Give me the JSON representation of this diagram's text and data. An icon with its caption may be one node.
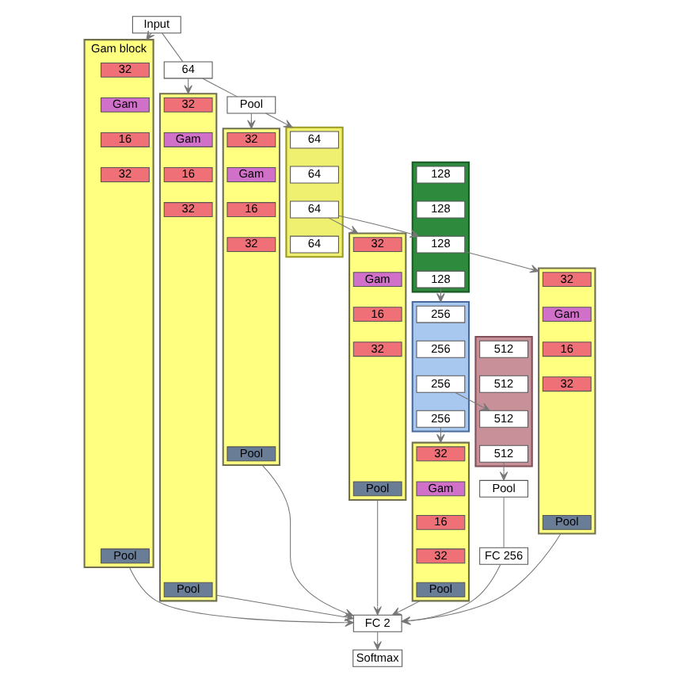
{
  "diagram": {
    "nodes": [
      {
        "text": [
          "Input"
        ]
      },
      {
        "text": [
          "64"
        ]
      },
      {
        "text": [
          "Pool"
        ]
      },
      {
        "text": [],
        "shape": "box"
      },
      {
        "text": [
          "64"
        ],
        "in": 3
      },
      {
        "text": [
          "64"
        ],
        "in": 3
      },
      {
        "text": [
          "64"
        ],
        "in": 3
      },
      {
        "text": [
          "64"
        ],
        "in": 3
      },
      {
        "text": [],
        "shape": "box"
      },
      {
        "text": [
          "128"
        ],
        "in": 8
      },
      {
        "text": [
          "128"
        ],
        "in": 8
      },
      {
        "text": [
          "128"
        ],
        "in": 8
      },
      {
        "text": [
          "128"
        ],
        "in": 8
      },
      {
        "text": [],
        "shape": "box"
      },
      {
        "text": [
          "256"
        ],
        "in": 13
      },
      {
        "text": [
          "256"
        ],
        "in": 13
      },
      {
        "text": [
          "256"
        ],
        "in": 13
      },
      {
        "text": [
          "256"
        ],
        "in": 13
      },
      {
        "text": [],
        "shape": "box"
      },
      {
        "text": [
          "512"
        ],
        "in": 18
      },
      {
        "text": [
          "512"
        ],
        "in": 18
      },
      {
        "text": [
          "512"
        ],
        "in": 18
      },
      {
        "text": [
          "512"
        ],
        "in": 18
      },
      {
        "text": [
          "Gam block"
        ]
      },
      {
        "text": [
          "32"
        ],
        "in": 23
      },
      {
        "text": [
          "Gam"
        ],
        "in": 23
      },
      {
        "text": [
          "16"
        ],
        "in": 23
      },
      {
        "text": [
          "32"
        ],
        "in": 23
      },
      {
        "text": [
          "Pool"
        ],
        "in": 23
      },
      {
        "text": [],
        "shape": "box"
      },
      {
        "text": [
          "32"
        ],
        "in": 29
      },
      {
        "text": [
          "Gam"
        ],
        "in": 29
      },
      {
        "text": [
          "16"
        ],
        "in": 29
      },
      {
        "text": [
          "32"
        ],
        "in": 29
      },
      {
        "text": [
          "Pool"
        ],
        "in": 29
      },
      {
        "text": [],
        "shape": "box"
      },
      {
        "text": [
          "32"
        ],
        "in": 35
      },
      {
        "text": [
          "Gam"
        ],
        "in": 35
      },
      {
        "text": [
          "16"
        ],
        "in": 35
      },
      {
        "text": [
          "32"
        ],
        "in": 35
      },
      {
        "text": [
          "Pool"
        ],
        "in": 35
      },
      {
        "text": [],
        "shape": "box"
      },
      {
        "text": [
          "32"
        ],
        "in": 41
      },
      {
        "text": [
          "Gam"
        ],
        "in": 41
      },
      {
        "text": [
          "16"
        ],
        "in": 41
      },
      {
        "text": [
          "32"
        ],
        "in": 41
      },
      {
        "text": [
          "Pool"
        ],
        "in": 41
      },
      {
        "text": [],
        "shape": "box"
      },
      {
        "text": [
          "32"
        ],
        "in": 47
      },
      {
        "text": [
          "Gam"
        ],
        "in": 47
      },
      {
        "text": [
          "16"
        ],
        "in": 47
      },
      {
        "text": [
          "32"
        ],
        "in": 47
      },
      {
        "text": [
          "Pool"
        ],
        "in": 47
      },
      {
        "text": [],
        "shape": "box"
      },
      {
        "text": [
          "32"
        ],
        "in": 53
      },
      {
        "text": [
          "Gam"
        ],
        "in": 53
      },
      {
        "text": [
          "16"
        ],
        "in": 53
      },
      {
        "text": [
          "32"
        ],
        "in": 53
      },
      {
        "text": [
          "Pool"
        ],
        "in": 53
      },
      {
        "text": [
          "Pool"
        ]
      },
      {
        "text": [
          "FC 256"
        ]
      },
      {
        "text": [
          "FC 2"
        ]
      },
      {
        "text": [
          "Softmax"
        ]
      }
    ],
    "edges": [
      {
        "from": 0,
        "to": 1,
        "arrow": "none"
      },
      {
        "from": 1,
        "to": 2,
        "arrow": "none"
      },
      {
        "from": 0,
        "to": 23,
        "arrow": "to"
      },
      {
        "from": 1,
        "to": 29,
        "arrow": "to"
      },
      {
        "from": 2,
        "to": 3,
        "arrow": "to"
      },
      {
        "from": 2,
        "to": 35,
        "arrow": "to"
      },
      {
        "from": 6,
        "to": 11,
        "arrow": "to"
      },
      {
        "from": 6,
        "to": 41,
        "arrow": "to"
      },
      {
        "from": 12,
        "to": 13,
        "arrow": "to"
      },
      {
        "from": 11,
        "to": 47,
        "arrow": "to"
      },
      {
        "from": 16,
        "to": 21,
        "arrow": "to"
      },
      {
        "from": 17,
        "to": 53,
        "arrow": "to"
      },
      {
        "from": 22,
        "to": 59,
        "arrow": "to"
      },
      {
        "from": 23,
        "to": 61,
        "arrow": "to"
      },
      {
        "from": 29,
        "to": 61,
        "arrow": "to"
      },
      {
        "from": 35,
        "to": 61,
        "arrow": "to"
      },
      {
        "from": 41,
        "to": 61,
        "arrow": "to"
      },
      {
        "from": 47,
        "to": 61,
        "arrow": "to"
      },
      {
        "from": 53,
        "to": 61,
        "arrow": "to"
      },
      {
        "from": 59,
        "to": 60,
        "arrow": "none"
      },
      {
        "from": 60,
        "to": 61,
        "arrow": "to"
      },
      {
        "from": 61,
        "to": 62,
        "arrow": "to"
      }
    ]
  }
}
